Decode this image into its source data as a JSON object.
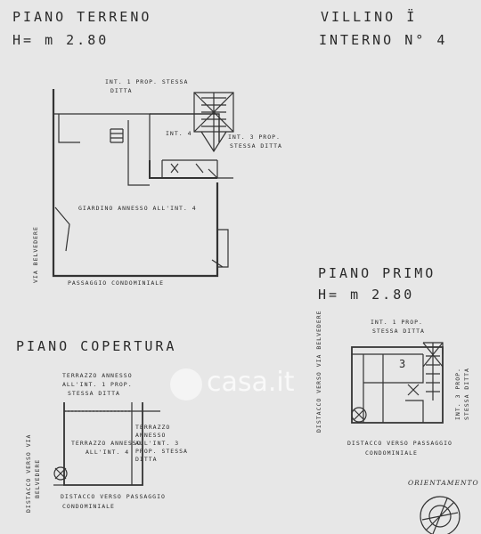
{
  "header": {
    "left_title": "PIANO TERRENO",
    "left_height": "H= m 2.80",
    "right_title": "VILLINO Ï",
    "right_subtitle": "INTERNO N° 4"
  },
  "ground_floor": {
    "label_int1": "INT. 1 PROP. STESSA",
    "label_int1b": "DITTA",
    "label_int4": "INT. 4",
    "label_int3": "INT. 3 PROP.",
    "label_int3b": "STESSA DITTA",
    "garden": "GIARDINO ANNESSO ALL'INT. 4",
    "street": "VIA BELVEDERE",
    "passage": "PASSAGGIO CONDOMINIALE"
  },
  "first_floor": {
    "title": "PIANO PRIMO",
    "height": "H= m 2.80",
    "label_int1": "INT. 1 PROP.",
    "label_int1b": "STESSA DITTA",
    "room_no": "3",
    "label_int3": "INT. 3 PROP.",
    "label_int3b": "STESSA DITTA",
    "side_label": "DISTACCO VERSO VIA BELVEDERE",
    "bottom_label": "DISTACCO VERSO PASSAGGIO",
    "bottom_label2": "CONDOMINIALE"
  },
  "roof": {
    "title": "PIANO COPERTURA",
    "terrace1": "TERRAZZO ANNESSO",
    "terrace1b": "ALL'INT. 1 PROP.",
    "terrace1c": "STESSA DITTA",
    "terrace2": "TERRAZZO ANNESSO",
    "terrace2b": "ALL'INT. 4",
    "terrace3": "TERRAZZO",
    "terrace3b": "ANNESSO",
    "terrace3c": "ALL'INT. 3",
    "terrace3d": "PROP. STESSA",
    "terrace3e": "DITTA",
    "side_label": "DISTACCO VERSO VIA",
    "side_label2": "BELVEDERE",
    "bottom_label": "DISTACCO VERSO PASSAGGIO",
    "bottom_label2": "CONDOMINIALE"
  },
  "orientation": {
    "label": "ORIENTAMENTO"
  },
  "watermark": {
    "text": "casa.it"
  }
}
